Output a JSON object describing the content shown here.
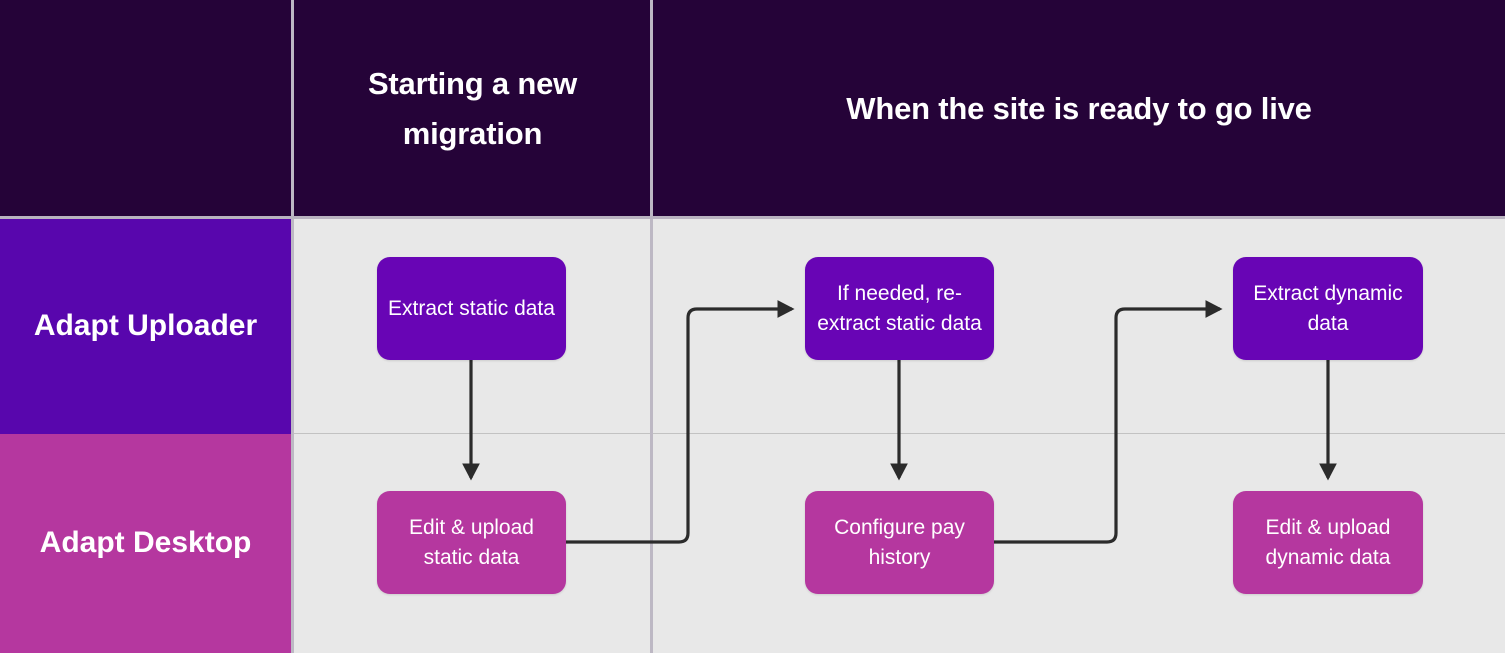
{
  "diagram": {
    "title": "Adapt migration workflow matrix",
    "background_color": "#e8e8e8",
    "header_bg_color": "#250338",
    "uploader_color": "#5806ad",
    "uploader_node_color": "#6805b5",
    "desktop_color": "#b5379f",
    "connector_color": "#2b2b2b",
    "gridline_color": "#bdb8c4"
  },
  "columns": {
    "corner_label": "",
    "headers": [
      {
        "label": "Starting a new migration"
      },
      {
        "label": "When the site is ready to go live"
      }
    ]
  },
  "rows": [
    {
      "label": "Adapt Uploader",
      "color": "#5806ad"
    },
    {
      "label": "Adapt Desktop",
      "color": "#b5379f"
    }
  ],
  "nodes": [
    {
      "id": "extract-static-data",
      "label": "Extract static data",
      "row": "Adapt Uploader",
      "column": "Starting a new migration"
    },
    {
      "id": "re-extract-static-data",
      "label": "If needed, re-extract static data",
      "row": "Adapt Uploader",
      "column": "When the site is ready to go live"
    },
    {
      "id": "extract-dynamic-data",
      "label": "Extract dynamic data",
      "row": "Adapt Uploader",
      "column": "When the site is ready to go live"
    },
    {
      "id": "edit-upload-static-data",
      "label": "Edit & upload static data",
      "row": "Adapt Desktop",
      "column": "Starting a new migration"
    },
    {
      "id": "configure-pay-history",
      "label": "Configure pay history",
      "row": "Adapt Desktop",
      "column": "When the site is ready to go live"
    },
    {
      "id": "edit-upload-dynamic-data",
      "label": "Edit & upload dynamic data",
      "row": "Adapt Desktop",
      "column": "When the site is ready to go live"
    }
  ],
  "connectors": [
    {
      "from": "extract-static-data",
      "to": "edit-upload-static-data",
      "style": "straight-down"
    },
    {
      "from": "edit-upload-static-data",
      "to": "re-extract-static-data",
      "style": "elbow-right-up"
    },
    {
      "from": "re-extract-static-data",
      "to": "configure-pay-history",
      "style": "straight-down"
    },
    {
      "from": "configure-pay-history",
      "to": "extract-dynamic-data",
      "style": "elbow-right-up"
    },
    {
      "from": "extract-dynamic-data",
      "to": "edit-upload-dynamic-data",
      "style": "straight-down"
    }
  ]
}
